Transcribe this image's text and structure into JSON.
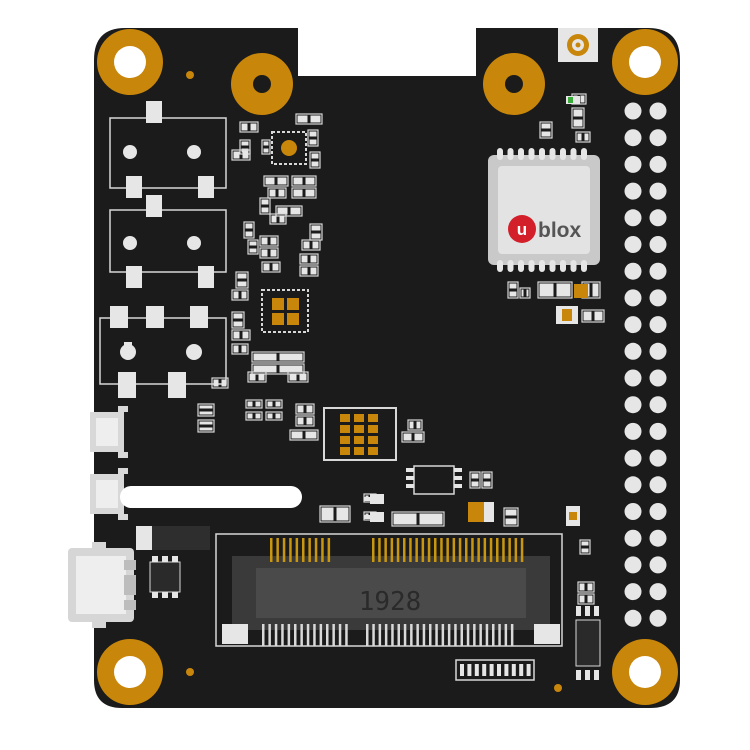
{
  "board": {
    "module_brand_badge": "u",
    "module_brand_text": "blox",
    "connector_marking": "1928"
  },
  "colors": {
    "pcb": "#1b1b1b",
    "gold": "#c8860b",
    "silkscreen": "#d8d8d8",
    "pad": "#e6e6e6",
    "module_can": "#c9c9c9",
    "module_face": "#e3e3e3",
    "brand_red": "#d31f2a",
    "connector_body": "#3a3a3a",
    "connector_pins": "#c8960f"
  },
  "icons": {
    "antenna_connector": "ufl-connector-icon",
    "mounting_hole": "mounting-hole-icon"
  }
}
